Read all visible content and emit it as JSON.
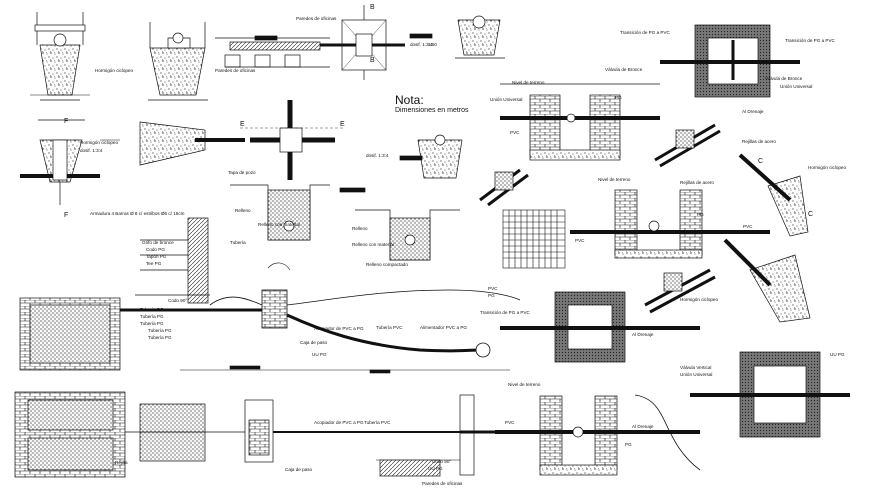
{
  "note": {
    "title": "Nota:",
    "subtitle": "Dimensiones en metros"
  },
  "section_marks": [
    "B",
    "B",
    "E",
    "E",
    "F",
    "F",
    "C",
    "C"
  ],
  "labels": {
    "pared_oficina_1": "Paredes de oficinas",
    "pared_oficina_2": "Paredes de oficinas",
    "pared_oficina_3": "Paredes de oficinas",
    "hormigon_ciclopeo_1": "Hormigón ciclopeo",
    "hormigon_ciclopeo_2": "Hormigón ciclopeo",
    "hormigon_ciclopeo_3": "Hormigón ciclopeo",
    "hormigon_ciclopeo_4": "Hormigón ciclopeo",
    "dosif_1": "dosif. 1:3:4",
    "dosif_2": "dosif. 1:3:4",
    "dosif_3": "dosif. 1:3:4",
    "transicion_1": "Transición de PG a PVC",
    "transicion_2": "Transición de PG a PVC",
    "transicion_3": "Transición de PG a PVC",
    "valvula_1": "Válvula de Bronce",
    "valvula_2": "Válvula de Bronce",
    "valvula_3": "Válvula Vertical",
    "union_1": "Unión Universal",
    "union_2": "Unión Universal",
    "union_3": "Unión Universal",
    "nivel_terreno_1": "Nivel de terreno",
    "nivel_terreno_2": "Nivel de terreno",
    "nivel_terreno_3": "Nivel de terreno",
    "al_drenaje_1": "Al Drenaje",
    "al_drenaje_2": "Al Drenaje",
    "al_drenaje_3": "Al Drenaje",
    "tuberia_pvc_1": "Tubería PVC",
    "tuberia_pvc_2": "Tubería PVC",
    "tuberia_1": "Tubería",
    "relleno_1": "Relleno",
    "relleno_2": "Relleno",
    "relleno_3": "Relleno con material",
    "relleno_4": "Relleno con material",
    "relleno_compactado": "Relleno compactado",
    "tapa_pozo": "Tapa de pozo",
    "alimentador": "Alimentador PVC a PG",
    "acopiador_1": "Acopiador de PVC a PG",
    "acopiador_2": "Acopiador de PVC a PG",
    "armadura": "Armadura 4 Barras Ø 8 c/ estribos Ø6 c/ 15cm",
    "grifo": "Grifo de bronce",
    "codo": "Codo PG",
    "tapon": "Tapón PG",
    "tee": "Tee PG",
    "caja_1": "Caja de paso",
    "caja_2": "Caja de paso",
    "reja": "Rejilla",
    "pg_1": "PG",
    "pg_2": "PG",
    "pvc_1": "PVC",
    "pvc_2": "PVC",
    "uu_pg_1": "UU PG",
    "uu_pg_2": "UU PG",
    "codo_1": "Codo 90°",
    "codo_2": "Codo 90°",
    "tuberia_pg": "Tubería PG",
    "tuberia_pg_2": "Tubería PG",
    "tuberia_pg_3": "Tubería PG",
    "tuberia_pg_4": "Tubería PG",
    "tuberia_pg_5": "Tubería PG",
    "rejillas": "Rejillas de acero",
    "rejillas_2": "Rejillas de acero",
    "pvc_alim": "PVC",
    "pg_alim": "PG",
    "pvc_3": "PVC",
    "pvc_4": "PVC",
    "pg_3": "PG",
    "pg_4": "PG",
    "uu_pg_3": "UU PG"
  },
  "scale_text": "1:50"
}
